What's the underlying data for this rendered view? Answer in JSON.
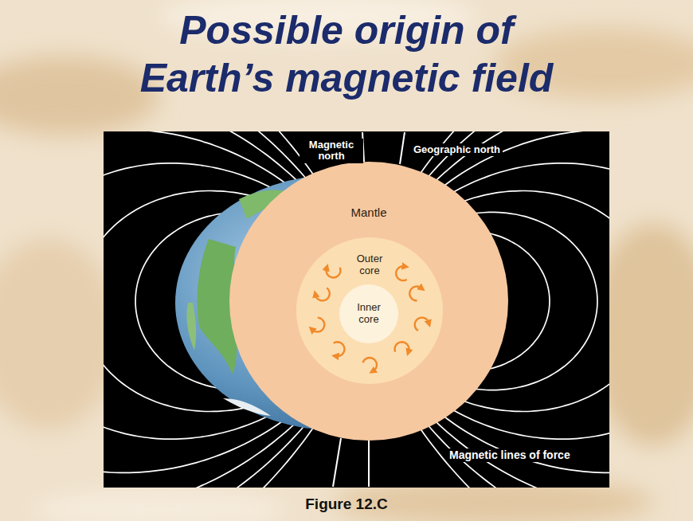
{
  "diagram": {
    "title": "Possible origin of Earth’s magnetic field",
    "caption": "Figure 12.C",
    "nodes": [
      {
        "text": [
          "Mantle"
        ]
      },
      {
        "text": [
          "Outer core"
        ],
        "in": 0
      },
      {
        "text": [
          "Inner core"
        ],
        "in": 1
      }
    ],
    "labels": [
      "Magnetic north",
      "Geographic north",
      "Magnetic lines of force"
    ]
  }
}
